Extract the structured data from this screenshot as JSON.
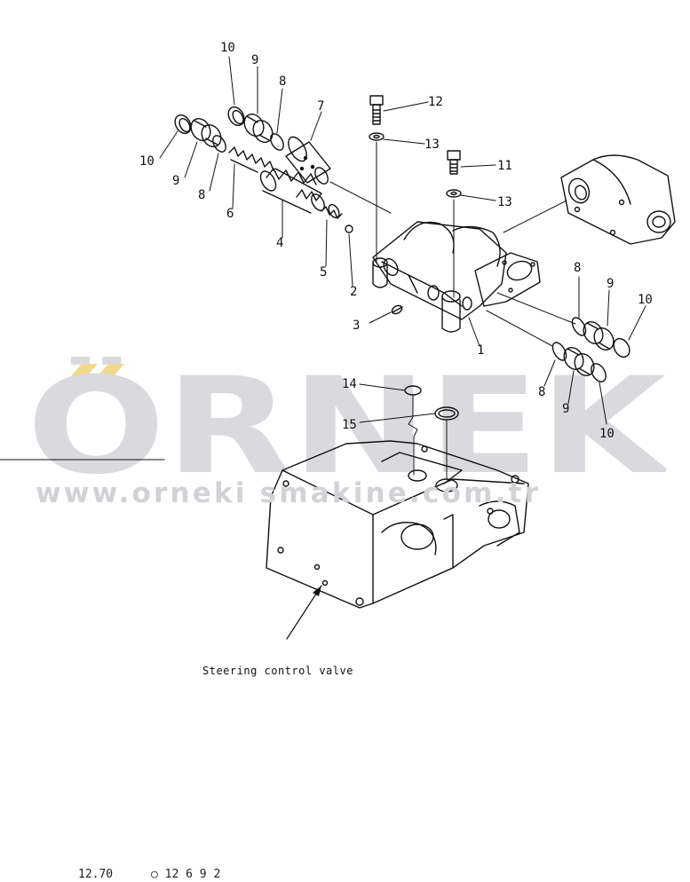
{
  "watermark": {
    "word": "ÖRNEK",
    "url": "www.orneki smakine.com.tr"
  },
  "caption": "Steering control valve",
  "footer": {
    "left": "12.70",
    "right": "○ 12 6 9 2"
  },
  "callouts": {
    "c1": "1",
    "c2": "2",
    "c3": "3",
    "c4": "4",
    "c5": "5",
    "c6": "6",
    "c7": "7",
    "c8a": "8",
    "c8b": "8",
    "c8c": "8",
    "c8d": "8",
    "c9a": "9",
    "c9b": "9",
    "c9c": "9",
    "c9d": "9",
    "c10a": "10",
    "c10b": "10",
    "c10c": "10",
    "c10d": "10",
    "c11": "11",
    "c12": "12",
    "c13a": "13",
    "c13b": "13",
    "c14": "14",
    "c15": "15"
  }
}
